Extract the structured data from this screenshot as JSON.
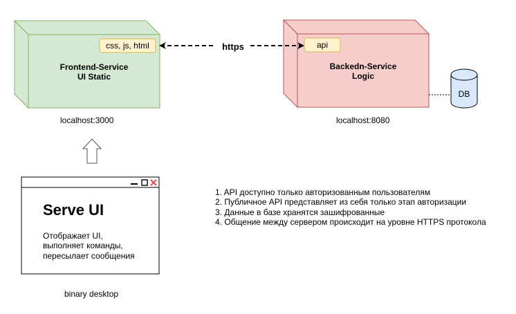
{
  "frontend": {
    "title": "Frontend-Service",
    "subtitle": "UI Static",
    "assets_label": "css, js, html",
    "host": "localhost:3000",
    "fill": "#d5e8d4",
    "stroke": "#82b366"
  },
  "backend": {
    "title": "Backedn-Service",
    "subtitle": "Logic",
    "api_label": "api",
    "host": "localhost:8080",
    "fill": "#f8cecc",
    "stroke": "#b85450"
  },
  "tag": {
    "fill": "#fff2cc",
    "stroke": "#d6b656"
  },
  "db": {
    "label": "DB",
    "fill": "#dae8fc",
    "stroke": "#000000"
  },
  "connection": {
    "label": "https"
  },
  "desktop_app": {
    "title": "Serve UI",
    "description": [
      "Отображает UI,",
      "выполняет команды,",
      "пересылает сообщения"
    ],
    "caption": "binary desktop",
    "close_color": "#e05050"
  },
  "notes": [
    "1. API доступно только авторизованным пользователям",
    "2. Публичное API представляет из себя только этап авторизации",
    "3. Данные в базе хранятся зашифрованные",
    "4. Общение между сервером происходит на уровне HTTPS протокола"
  ]
}
